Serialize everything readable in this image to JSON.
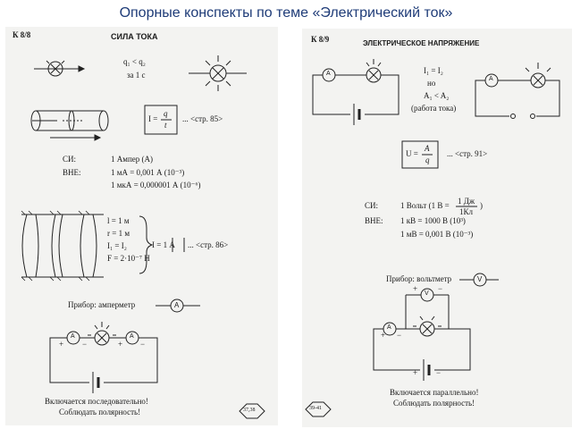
{
  "slide": {
    "title": "Опорные конспекты по теме «Электрический ток»"
  },
  "left": {
    "code": "К 8/8",
    "heading": "СИЛА ТОКА",
    "q_compare": "q₁ < q₂",
    "time": "за 1 с",
    "formula_lhs": "I =",
    "formula_num": "q",
    "formula_den": "t",
    "ref1": "... <стр. 85>",
    "si_label": "СИ:",
    "si_value": "1 Ампер (А)",
    "vne_label": "ВНЕ:",
    "vne_line1": "1 мА = 0,001 А (10⁻³)",
    "vne_line2": "1 мкА = 0,000001 А (10⁻⁶)",
    "wire_l": "l = 1 м",
    "wire_r": "r = 1 м",
    "wire_i": "I₁ = I₂",
    "wire_f": "F = 2·10⁻⁷ Н",
    "def2": "I = 1 А",
    "ref2": "... <стр. 86>",
    "device": "Прибор: амперметр",
    "meter_symbol": "A",
    "plus": "+",
    "minus": "−",
    "footer1": "Включается последовательно!",
    "footer2": "Соблюдать полярность!",
    "page_num": "37,38"
  },
  "right": {
    "code": "К 8/9",
    "heading": "ЭЛЕКТРИЧЕСКОЕ НАПРЯЖЕНИЕ",
    "eq1": "I₁ = I₂",
    "but": "но",
    "eq2": "A₁ < A₂",
    "work": "(работа тока)",
    "formula_lhs": "U =",
    "formula_num": "A",
    "formula_den": "q",
    "ref1": "... <стр. 91>",
    "si_label": "СИ:",
    "si_value": "1 Вольт (1 В =",
    "si_num": "1 Дж",
    "si_den": "1Кл",
    "si_close": ")",
    "vne_label": "ВНЕ:",
    "vne_line1": "1 кВ = 1000 В (10³)",
    "vne_line2": "1 мВ = 0,001 В (10⁻³)",
    "device": "Прибор: вольтметр",
    "meter_v": "V",
    "meter_a": "A",
    "plus": "+",
    "minus": "−",
    "footer1": "Включается параллельно!",
    "footer2": "Соблюдать полярность!",
    "page_num": "39-41"
  }
}
